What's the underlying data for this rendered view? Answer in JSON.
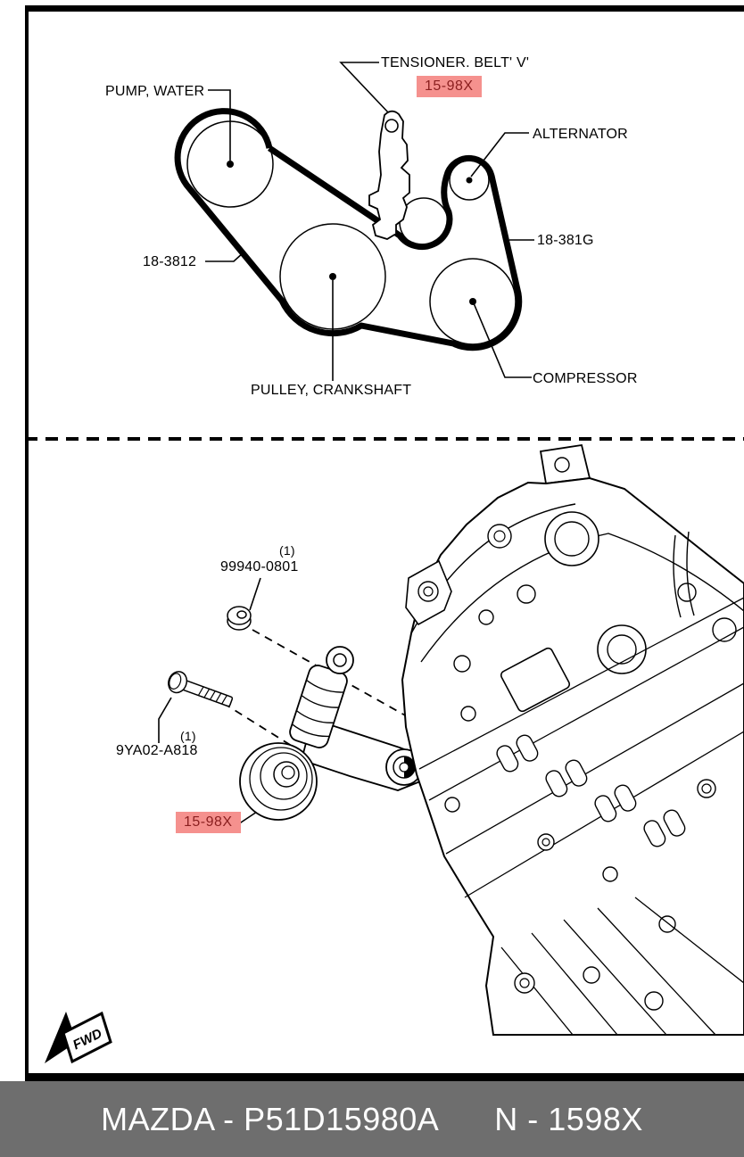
{
  "colors": {
    "highlight_bg": "#f5918e",
    "highlight_text": "#8a1f1f",
    "footer_bg": "#6e6e6e",
    "footer_text": "#ffffff",
    "line": "#000000",
    "background": "#ffffff"
  },
  "belt_diagram": {
    "tensioner_label": "TENSIONER. BELT' V'",
    "tensioner_code": "15-98X",
    "water_pump_label": "PUMP, WATER",
    "alternator_label": "ALTERNATOR",
    "belt_code_left": "18-3812",
    "belt_code_right": "18-381G",
    "crankshaft_label": "PULLEY, CRANKSHAFT",
    "compressor_label": "COMPRESSOR"
  },
  "exploded_view": {
    "nut_qty": "(1)",
    "nut_part_number": "99940-0801",
    "bolt_qty": "(1)",
    "bolt_part_number": "9YA02-A818",
    "tensioner_code": "15-98X",
    "fwd_marker": "FWD"
  },
  "footer": {
    "brand_part": "MAZDA - P51D15980A",
    "catalog_ref": "N - 1598X"
  }
}
